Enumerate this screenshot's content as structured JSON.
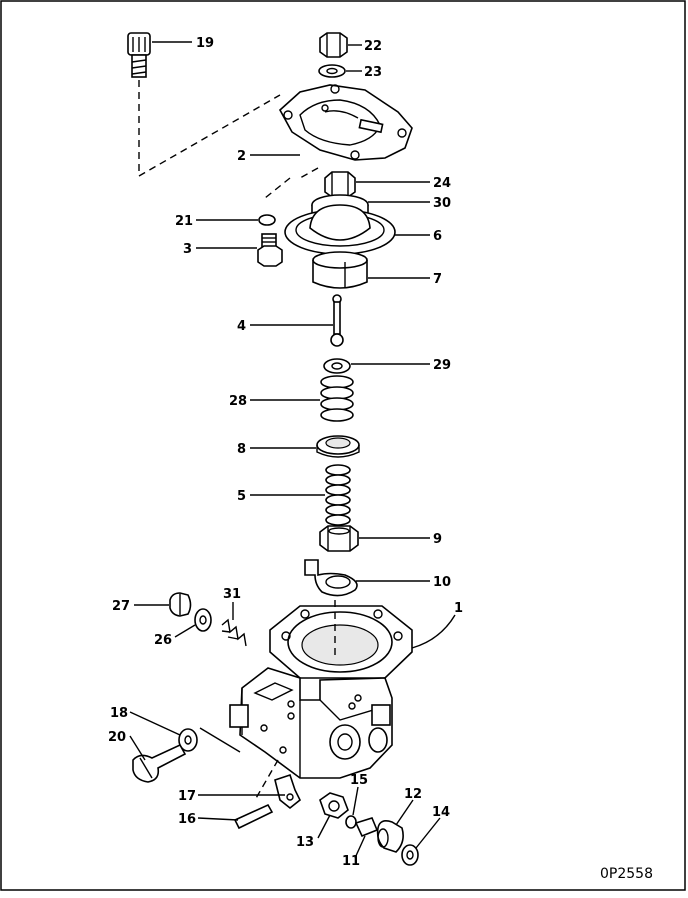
{
  "diagram": {
    "drawing_code": "0P2558",
    "callouts": [
      "19",
      "22",
      "23",
      "2",
      "24",
      "30",
      "21",
      "6",
      "3",
      "7",
      "4",
      "29",
      "28",
      "8",
      "5",
      "9",
      "10",
      "27",
      "31",
      "1",
      "26",
      "18",
      "20",
      "15",
      "17",
      "12",
      "14",
      "16",
      "13",
      "11"
    ]
  }
}
